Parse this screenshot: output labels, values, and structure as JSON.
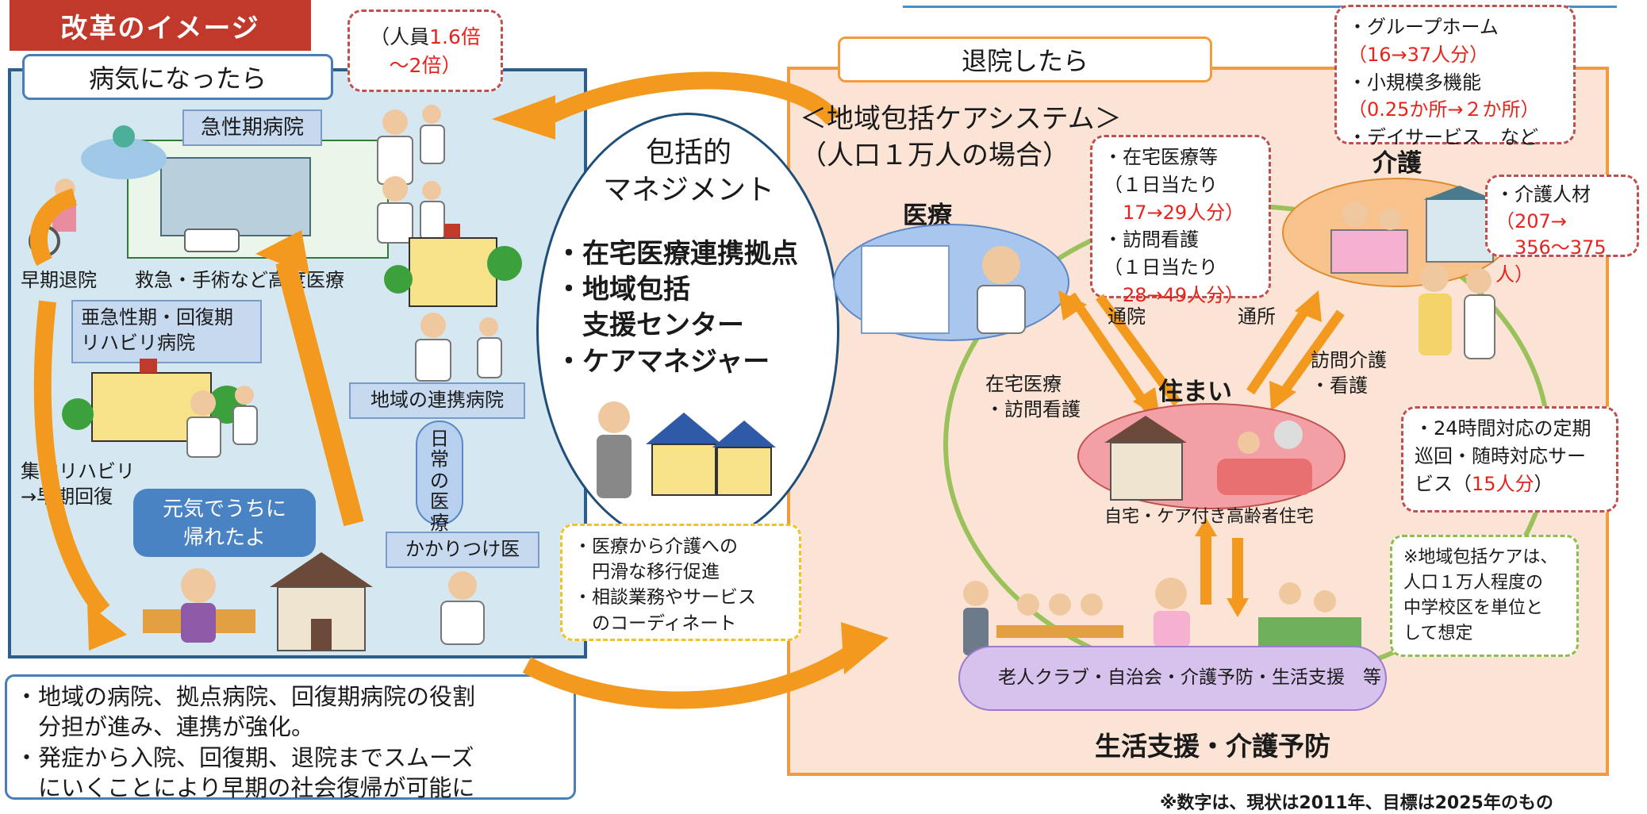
{
  "header": {
    "title": "改革のイメージ"
  },
  "left_panel": {
    "title": "病気になったら",
    "staff_note": {
      "prefix": "（人員",
      "highlight": "1.6倍",
      "line2": "～2倍）"
    },
    "acute_hospital": "急性期病院",
    "caption_early_discharge": "早期退院",
    "caption_acute_care": "救急・手術など高度医療",
    "subacute_hospital": [
      "亜急性期・回復期",
      "リハビリ病院"
    ],
    "caption_rehab": [
      "集中リハビリ",
      "→早期回復"
    ],
    "regional_hospital": "地域の連携病院",
    "daily_care_vertical": [
      "日",
      "常",
      "の",
      "医",
      "療"
    ],
    "family_doctor": "かかりつけ医",
    "speech_bubble": [
      "元気でうちに",
      "帰れたよ"
    ]
  },
  "bottom_note": [
    "・地域の病院、拠点病院、回復期病院の役割",
    "　分担が進み、連携が強化。",
    "・発症から入院、回復期、退院までスムーズ",
    "　にいくことにより早期の社会復帰が可能に"
  ],
  "center": {
    "management_title": [
      "包括的",
      "マネジメント"
    ],
    "items": [
      "・在宅医療連携拠点",
      "・地域包括",
      "　支援センター",
      "・ケアマネジャー"
    ],
    "note": [
      "・医療から介護への",
      "　円滑な移行促進",
      "・相談業務やサービス",
      "　のコーディネート"
    ]
  },
  "right_panel": {
    "title": "退院したら",
    "system_title": [
      "＜地域包括ケアシステム＞",
      "（人口１万人の場合）"
    ],
    "medical_label": "医療",
    "medical_note": [
      {
        "text": "・在宅医療等",
        "red": false
      },
      {
        "text": "（１日当たり",
        "red": false
      },
      {
        "text": "　17→29人分）",
        "red": true
      },
      {
        "text": "・訪問看護",
        "red": false
      },
      {
        "text": "（１日当たり",
        "red": false
      },
      {
        "text": "　28→49人分）",
        "red": true
      }
    ],
    "care_services_note": [
      {
        "text": "・グループホーム",
        "red": false
      },
      {
        "text": "（16→37人分）",
        "red": true
      },
      {
        "text": "・小規模多機能",
        "red": false
      },
      {
        "text": "（0.25か所→２か所）",
        "red": true
      },
      {
        "text": "・デイサービス　など",
        "red": false
      }
    ],
    "care_label": "介護",
    "care_staff_note": [
      {
        "text": "・介護人材",
        "red": false
      },
      {
        "text": "（207→",
        "red": true
      },
      {
        "text": "　356～375人）",
        "red": true
      }
    ],
    "arrow_labels": {
      "tsuin": "通院",
      "tsusho": "通所",
      "home_medical": [
        "在宅医療",
        "・訪問看護"
      ],
      "visit_care": [
        "訪問介護",
        "・看護"
      ]
    },
    "home_label": "住まい",
    "home_caption": "自宅・ケア付き高齢者住宅",
    "patrol_note": [
      {
        "text": "・24時間対応の定期",
        "red": false
      },
      {
        "text": "巡回・随時対応サー",
        "red": false
      },
      {
        "text": "ビス（15人分）",
        "red": false,
        "highlight": "15人分"
      }
    ],
    "community_note": [
      "※地域包括ケアは、",
      "人口１万人程度の",
      "中学校区を単位と",
      "して想定"
    ],
    "community_caption": "老人クラブ・自治会・介護予防・生活支援　等",
    "support_label": "生活支援・介護予防"
  },
  "footer_note": "※数字は、現状は2011年、目標は2025年のもの",
  "colors": {
    "accent_red": "#e8231c",
    "title_red": "#c0392b",
    "panel_blue": "#2c5f8d",
    "panel_orange": "#f39a3c",
    "arrow_orange": "#f39a1e",
    "circle_green": "#9ac15a"
  }
}
